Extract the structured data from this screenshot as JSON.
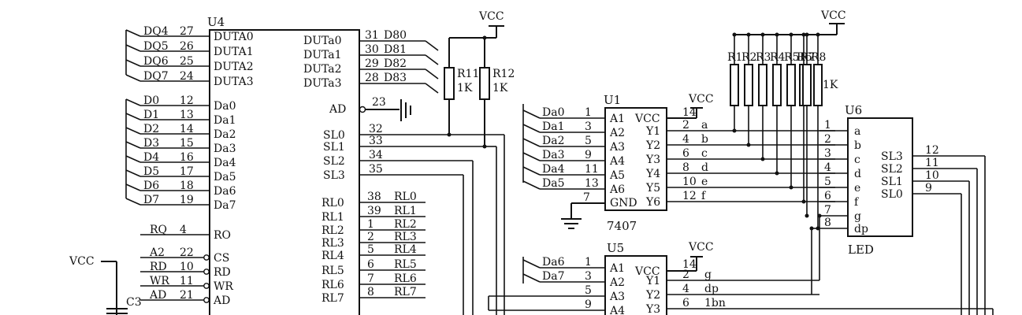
{
  "vcc": "VCC",
  "gnd_label": "GND",
  "u4": {
    "name": "U4",
    "left_pins": [
      {
        "net": "DQ4",
        "num": "27",
        "pin": "DUTA0"
      },
      {
        "net": "DQ5",
        "num": "26",
        "pin": "DUTA1"
      },
      {
        "net": "DQ6",
        "num": "25",
        "pin": "DUTA2"
      },
      {
        "net": "DQ7",
        "num": "24",
        "pin": "DUTA3"
      },
      {
        "net": "D0",
        "num": "12",
        "pin": "Da0"
      },
      {
        "net": "D1",
        "num": "13",
        "pin": "Da1"
      },
      {
        "net": "D2",
        "num": "14",
        "pin": "Da2"
      },
      {
        "net": "D3",
        "num": "15",
        "pin": "Da3"
      },
      {
        "net": "D4",
        "num": "16",
        "pin": "Da4"
      },
      {
        "net": "D5",
        "num": "17",
        "pin": "Da5"
      },
      {
        "net": "D6",
        "num": "18",
        "pin": "Da6"
      },
      {
        "net": "D7",
        "num": "19",
        "pin": "Da7"
      },
      {
        "net": "RQ",
        "num": "4",
        "pin": "RO"
      },
      {
        "net": "A2",
        "num": "22",
        "pin": "CS"
      },
      {
        "net": "RD",
        "num": "10",
        "pin": "RD"
      },
      {
        "net": "WR",
        "num": "11",
        "pin": "WR"
      },
      {
        "net": "AD",
        "num": "21",
        "pin": "AD"
      }
    ],
    "right_top": [
      {
        "pin": "DUTa0",
        "num": "31",
        "net": "D80"
      },
      {
        "pin": "DUTa1",
        "num": "30",
        "net": "D81"
      },
      {
        "pin": "DUTa2",
        "num": "29",
        "net": "D82"
      },
      {
        "pin": "DUTa3",
        "num": "28",
        "net": "D83"
      }
    ],
    "ad": {
      "pin": "AD",
      "num": "23"
    },
    "sl": [
      {
        "pin": "SL0",
        "num": "32"
      },
      {
        "pin": "SL1",
        "num": "33"
      },
      {
        "pin": "SL2",
        "num": "34"
      },
      {
        "pin": "SL3",
        "num": "35"
      }
    ],
    "rl": [
      {
        "pin": "RL0",
        "num": "38",
        "net": "RL0"
      },
      {
        "pin": "RL1",
        "num": "39",
        "net": "RL1"
      },
      {
        "pin": "RL2",
        "num": "1",
        "net": "RL2"
      },
      {
        "pin": "RL3",
        "num": "2",
        "net": "RL3"
      },
      {
        "pin": "RL4",
        "num": "5",
        "net": "RL4"
      },
      {
        "pin": "RL5",
        "num": "6",
        "net": "RL5"
      },
      {
        "pin": "RL6",
        "num": "7",
        "net": "RL6"
      },
      {
        "pin": "RL7",
        "num": "8",
        "net": "RL7"
      }
    ]
  },
  "vcc_left": "VCC",
  "c3": "C3",
  "r11": {
    "name": "R11",
    "value": "1K"
  },
  "r12": {
    "name": "R12",
    "value": "1K"
  },
  "u1": {
    "name": "U1",
    "part": "7407",
    "vcc_pin": "14",
    "inputs": [
      {
        "net": "Da0",
        "num": "1",
        "pin": "A1"
      },
      {
        "net": "Da1",
        "num": "3",
        "pin": "A2"
      },
      {
        "net": "Da2",
        "num": "5",
        "pin": "A3"
      },
      {
        "net": "Da3",
        "num": "9",
        "pin": "A4"
      },
      {
        "net": "Da4",
        "num": "11",
        "pin": "A5"
      },
      {
        "net": "Da5",
        "num": "13",
        "pin": "A6"
      }
    ],
    "gnd": {
      "num": "7",
      "pin": "GND"
    },
    "outputs": [
      {
        "pin": "Y1",
        "num": "2",
        "net": "a"
      },
      {
        "pin": "Y2",
        "num": "4",
        "net": "b"
      },
      {
        "pin": "Y3",
        "num": "6",
        "net": "c"
      },
      {
        "pin": "Y4",
        "num": "8",
        "net": "d"
      },
      {
        "pin": "Y5",
        "num": "10",
        "net": "e"
      },
      {
        "pin": "Y6",
        "num": "12",
        "net": "f"
      }
    ],
    "vcc_label": "VCC"
  },
  "u5": {
    "name": "U5",
    "vcc_pin": "14",
    "inputs": [
      {
        "net": "Da6",
        "num": "1",
        "pin": "A1"
      },
      {
        "net": "Da7",
        "num": "3",
        "pin": "A2"
      },
      {
        "net": "",
        "num": "5",
        "pin": "A3"
      },
      {
        "net": "",
        "num": "9",
        "pin": "A4"
      }
    ],
    "outputs": [
      {
        "pin": "Y1",
        "num": "2",
        "net": "g"
      },
      {
        "pin": "Y2",
        "num": "4",
        "net": "dp"
      },
      {
        "pin": "Y3",
        "num": "6",
        "net": "1bn"
      }
    ]
  },
  "rpack": {
    "names": [
      "R1",
      "R2",
      "R3",
      "R4",
      "R5",
      "R6",
      "R7",
      "R8"
    ],
    "value": "1K"
  },
  "u6": {
    "name": "U6",
    "part": "LED",
    "left": [
      {
        "num": "1",
        "pin": "a"
      },
      {
        "num": "2",
        "pin": "b"
      },
      {
        "num": "3",
        "pin": "c"
      },
      {
        "num": "4",
        "pin": "d"
      },
      {
        "num": "5",
        "pin": "e"
      },
      {
        "num": "6",
        "pin": "f"
      },
      {
        "num": "7",
        "pin": "g"
      },
      {
        "num": "8",
        "pin": "dp"
      }
    ],
    "right": [
      {
        "pin": "SL3",
        "num": "12"
      },
      {
        "pin": "SL2",
        "num": "11"
      },
      {
        "pin": "SL1",
        "num": "10"
      },
      {
        "pin": "SL0",
        "num": "9"
      }
    ]
  }
}
